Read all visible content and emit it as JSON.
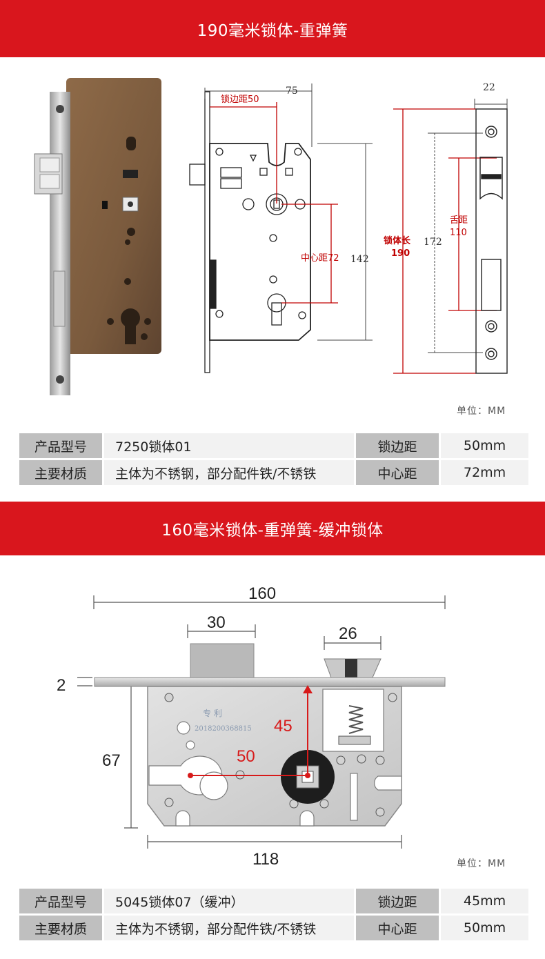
{
  "section1": {
    "title": "190毫米锁体-重弹簧",
    "dims": {
      "total_width": "75",
      "backset": "锁边距50",
      "center_distance": "中心距72",
      "body_height": "142",
      "faceplate_width": "22",
      "lock_length_label": "锁体长",
      "lock_length_value": "190",
      "hole_spacing": "172",
      "latch_label": "舌距",
      "latch_value": "110"
    },
    "unit": "单位：MM",
    "spec": {
      "model_label": "产品型号",
      "model_value": "7250锁体01",
      "backset_label": "锁边距",
      "backset_value": "50mm",
      "material_label": "主要材质",
      "material_value": "主体为不锈钢，部分配件铁/不锈铁",
      "center_label": "中心距",
      "center_value": "72mm"
    }
  },
  "section2": {
    "title": "160毫米锁体-重弹簧-缓冲锁体",
    "dims": {
      "faceplate_length": "160",
      "deadbolt_width": "30",
      "latch_width": "26",
      "plate_thickness": "2",
      "body_height": "67",
      "body_length": "118",
      "vertical_red": "45",
      "horizontal_red": "50"
    },
    "stamp_text": "专 利",
    "stamp_number": "2018200368815",
    "unit": "单位：MM",
    "spec": {
      "model_label": "产品型号",
      "model_value": "5045锁体07（缓冲）",
      "backset_label": "锁边距",
      "backset_value": "45mm",
      "material_label": "主要材质",
      "material_value": "主体为不锈钢，部分配件铁/不锈铁",
      "center_label": "中心距",
      "center_value": "50mm"
    }
  }
}
